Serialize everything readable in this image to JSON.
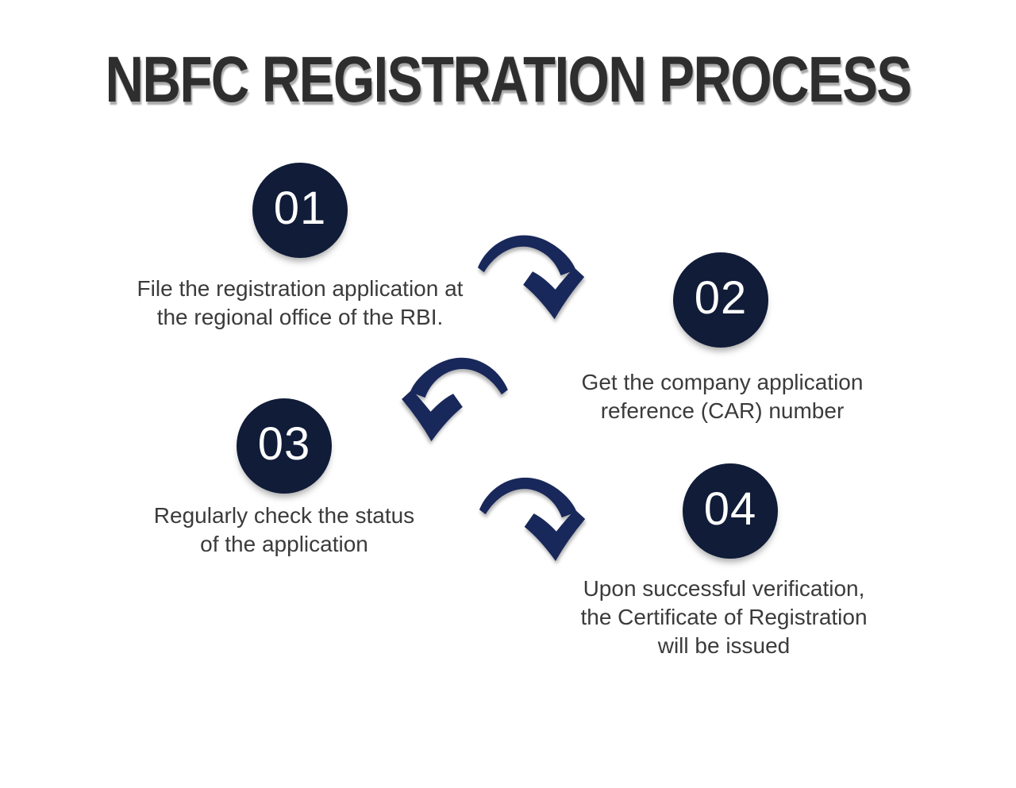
{
  "title": "NBFC REGISTRATION PROCESS",
  "colors": {
    "background": "#ffffff",
    "title_text": "#2e2e2e",
    "circle_fill": "#101c38",
    "circle_number_text": "#ffffff",
    "arrow_fill": "#19285a",
    "body_text": "#3b3b3b"
  },
  "steps": [
    {
      "number": "01",
      "lines": [
        "File the registration application at",
        "the regional office of the RBI."
      ]
    },
    {
      "number": "02",
      "lines": [
        "Get the company application",
        "reference (CAR) number"
      ]
    },
    {
      "number": "03",
      "lines": [
        "Regularly check the status",
        "of the application"
      ]
    },
    {
      "number": "04",
      "lines": [
        "Upon successful verification,",
        "the Certificate of Registration",
        "will be issued"
      ]
    }
  ],
  "arrows": [
    {
      "id": "arrow-step1-to-step2",
      "direction": "down-right"
    },
    {
      "id": "arrow-step2-to-step3",
      "direction": "down-left"
    },
    {
      "id": "arrow-step3-to-step4",
      "direction": "down-right"
    }
  ]
}
